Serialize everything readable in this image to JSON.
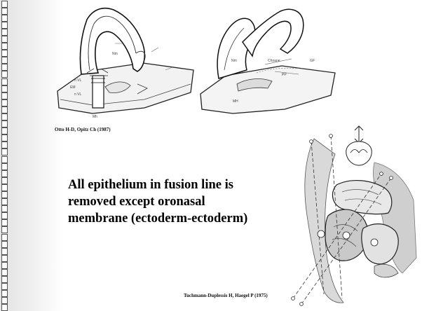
{
  "slide": {
    "body_lines": [
      "All epithelium in fusion line is",
      "removed except oronasal",
      "membrane (ectoderm-ectoderm)"
    ],
    "citations": {
      "top": "Otto H-D, Opitz Ch (1987)",
      "bottom": "Tuchmann-Duplessis H, Haegel P (1975)"
    },
    "checkbox_count": 44,
    "checkbox_glyph": "empty-square"
  }
}
